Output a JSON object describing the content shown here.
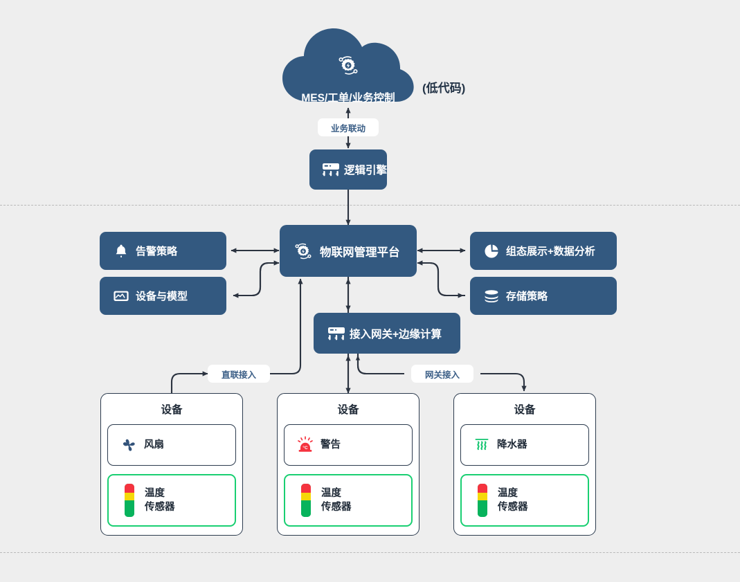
{
  "diagram": {
    "title_note": "(低代码)",
    "background_color": "#eeeeee",
    "node_color": "#335980",
    "accent_green": "#19cf72",
    "line_color": "#2b3340"
  },
  "cloud": {
    "label": "MES/工单/业务控制",
    "icon": "gear-network-icon",
    "side_note": "(低代码)"
  },
  "edge_labels": {
    "business_link": "业务联动",
    "direct_access": "直联接入",
    "gateway_access": "网关接入"
  },
  "nodes": {
    "logic_engine": {
      "label": "逻辑引擎",
      "icon": "server-rack-icon"
    },
    "platform": {
      "label": "物联网管理平台",
      "icon": "gear-network-icon"
    },
    "alarm_policy": {
      "label": "告警策略",
      "icon": "bell-icon"
    },
    "device_model": {
      "label": "设备与模型",
      "icon": "device-model-icon"
    },
    "visualization": {
      "label": "组态展示+数据分析",
      "icon": "pie-chart-icon"
    },
    "storage_policy": {
      "label": "存储策略",
      "icon": "database-icon"
    },
    "gateway_edge": {
      "label": "接入网关+边缘计算",
      "icon": "server-rack-icon"
    }
  },
  "device_cards": [
    {
      "title": "设备",
      "rows": [
        {
          "label": "风扇",
          "icon": "fan-icon",
          "highlight": false
        },
        {
          "label_line1": "温度",
          "label_line2": "传感器",
          "icon": "traffic-light-sensor-icon",
          "highlight": true
        }
      ]
    },
    {
      "title": "设备",
      "rows": [
        {
          "label": "警告",
          "icon": "alarm-siren-icon",
          "highlight": false
        },
        {
          "label_line1": "温度",
          "label_line2": "传感器",
          "icon": "traffic-light-sensor-icon",
          "highlight": true
        }
      ]
    },
    {
      "title": "设备",
      "rows": [
        {
          "label": "降水器",
          "icon": "steam-humidifier-icon",
          "highlight": false
        },
        {
          "label_line1": "温度",
          "label_line2": "传感器",
          "icon": "traffic-light-sensor-icon",
          "highlight": true
        }
      ]
    }
  ]
}
